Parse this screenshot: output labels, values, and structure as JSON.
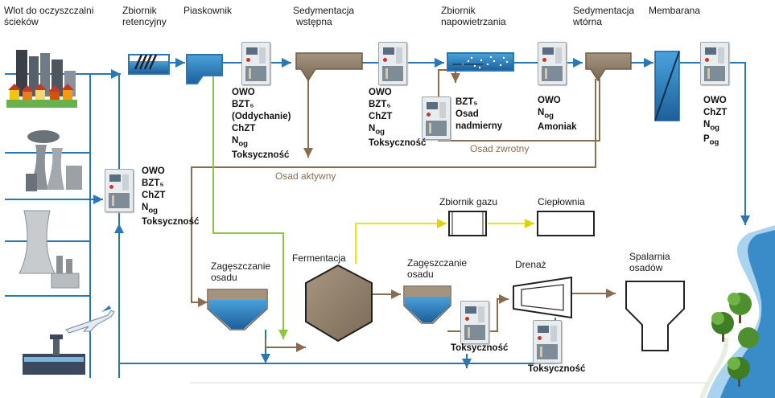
{
  "labels": {
    "inlet": [
      "Wlot do oczyszczalni",
      "ścieków"
    ],
    "retention": [
      "Zbiornik",
      "retencyjny"
    ],
    "grit": "Piaskownik",
    "primary": [
      "Sedymentacja",
      "wstępna"
    ],
    "aeration": [
      "Zbiornik",
      "napowietrzania"
    ],
    "secondary": [
      "Sedymentacja",
      "wtórna"
    ],
    "membrane": "Membarana",
    "return_sludge": "Osad zwrotny",
    "active_sludge": "Osad aktywny",
    "gas_tank": "Zbiornik gazu",
    "heating": "Ciepłownia",
    "fermentation": "Fermentacja",
    "thick1": [
      "Zagęszczanie",
      "osadu"
    ],
    "thick2": [
      "Zagęszczanie",
      "osadu"
    ],
    "drainage": "Drenaż",
    "incinerator": [
      "Spalarnia",
      "osadów"
    ]
  },
  "params": {
    "inlet": [
      "OWO",
      "BZT₅",
      "ChZT",
      "N",
      "Toksyczność"
    ],
    "grit": [
      "OWO",
      "BZT₅",
      "(Oddychanie)",
      "ChZT",
      "N",
      "Toksyczność"
    ],
    "primary": [
      "OWO",
      "BZT₅",
      "ChZT",
      "N",
      "Toksyczność"
    ],
    "excess": [
      "BZT₅",
      "Osad",
      "nadmierny"
    ],
    "secondary": [
      "OWO",
      "N",
      "Amoniak"
    ],
    "membrane": [
      "OWO",
      "ChZT",
      "N",
      "P"
    ],
    "thick2": [
      "Toksyczność"
    ],
    "drain": [
      "Toksyczność"
    ]
  },
  "subscripts": {
    "og": "og"
  },
  "icons": {
    "sources": [
      "city-icon",
      "power-plant-icon",
      "cooling-tower-icon",
      "airplane-icon",
      "airport-icon"
    ],
    "analyzer": "analyzer-icon",
    "tree": "tree-icon"
  },
  "colors": {
    "water": "#2b77b5",
    "sludge": "#8a6d50",
    "green_line": "#8dc540",
    "gas": "#f2e600",
    "river": "#3a8cc9"
  }
}
